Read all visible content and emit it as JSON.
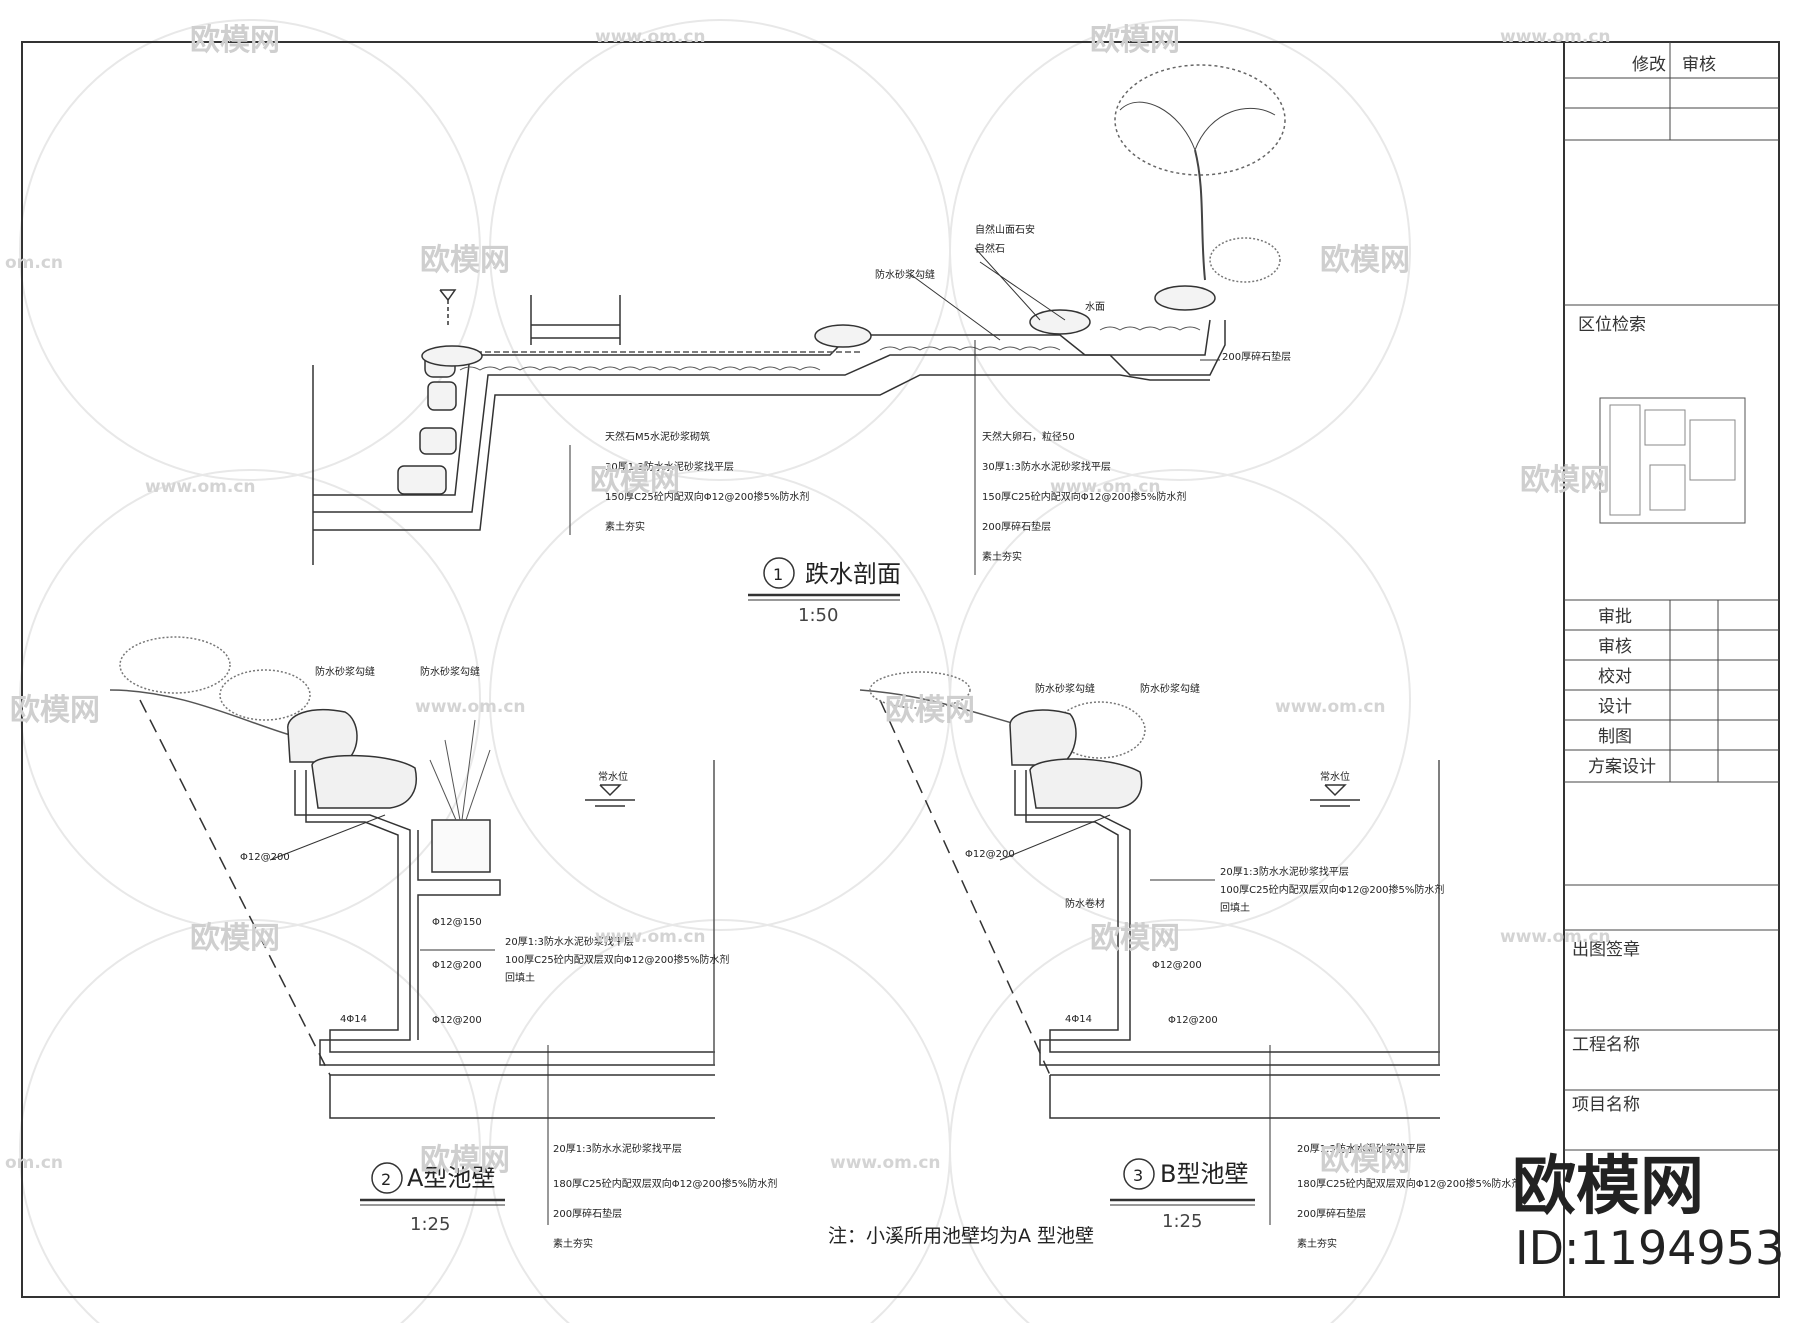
{
  "drawing": {
    "section1": {
      "number": "1",
      "title": "跌水剖面",
      "scale": "1:50",
      "labels": [
        "自然山面石安",
        "自然石",
        "防水砂浆勾缝",
        "水面",
        "200厚碎石垫层",
        "天然石M5水泥砂浆砌筑",
        "30厚1:3防水水泥砂浆找平层",
        "150厚C25砼内配双向Φ12@200掺5%防水剂",
        "素土夯实",
        "天然大卵石，粒径50",
        "30厚1:3防水水泥砂浆找平层",
        "150厚C25砼内配双向Φ12@200掺5%防水剂",
        "200厚碎石垫层",
        "素土夯实"
      ]
    },
    "section2": {
      "number": "2",
      "title": "A型池壁",
      "scale": "1:25",
      "labels": [
        "防水砂浆勾缝",
        "防水砂浆勾缝",
        "常水位",
        "Φ12@200",
        "Φ12@150",
        "20厚1:3防水水泥砂浆找平层",
        "100厚C25砼内配双层双向Φ12@200掺5%防水剂",
        "回填土",
        "Φ12@200",
        "Φ12@200",
        "4Φ14",
        "20厚1:3防水水泥砂浆找平层",
        "180厚C25砼内配双层双向Φ12@200掺5%防水剂",
        "200厚碎石垫层",
        "素土夯实"
      ]
    },
    "section3": {
      "number": "3",
      "title": "B型池壁",
      "scale": "1:25",
      "labels": [
        "防水砂浆勾缝",
        "防水砂浆勾缝",
        "常水位",
        "Φ12@200",
        "20厚1:3防水水泥砂浆找平层",
        "100厚C25砼内配双层双向Φ12@200掺5%防水剂",
        "回填土",
        "防水卷材",
        "Φ12@200",
        "Φ12@200",
        "4Φ14",
        "20厚1:3防水水泥砂浆找平层",
        "180厚C25砼内配双层双向Φ12@200掺5%防水剂",
        "200厚碎石垫层",
        "素土夯实"
      ]
    },
    "note": "注：小溪所用池壁均为A 型池壁"
  },
  "title_block": {
    "revision": "修改",
    "review_head": "审核",
    "location_index": "区位检索",
    "approve": "审批",
    "check": "审核",
    "proofread": "校对",
    "design": "设计",
    "draw": "制图",
    "scheme": "方案设计",
    "stamp": "出图签章",
    "project": "工程名称",
    "item": "项目名称"
  },
  "watermark": {
    "brand": "欧模网",
    "url": "www.om.cn",
    "url_short": "om.cn",
    "id": "ID:1194953"
  }
}
